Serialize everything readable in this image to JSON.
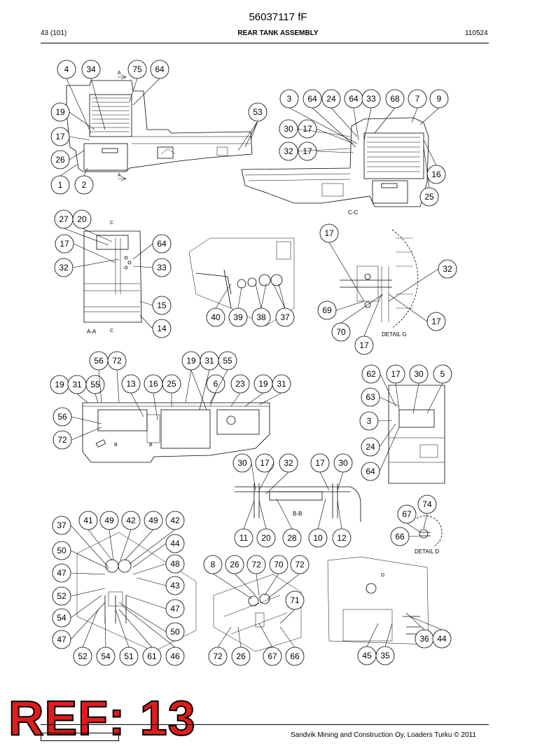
{
  "header": {
    "doc_number": "56037117 fF",
    "page": "43 (101)",
    "title": "REAR TANK ASSEMBLY",
    "date_code": "110524"
  },
  "view_labels": [
    "A-A",
    "C-C",
    "B-B",
    "DETAIL G",
    "DETAIL D",
    "A",
    "A",
    "C",
    "C",
    "B",
    "B",
    "D"
  ],
  "callouts": [
    "4",
    "34",
    "75",
    "64",
    "19",
    "17",
    "26",
    "1",
    "2",
    "53",
    "3",
    "64",
    "24",
    "64",
    "33",
    "68",
    "7",
    "9",
    "30",
    "17",
    "32",
    "17",
    "16",
    "25",
    "27",
    "20",
    "17",
    "32",
    "64",
    "33",
    "15",
    "14",
    "40",
    "39",
    "38",
    "37",
    "17",
    "32",
    "69",
    "70",
    "17",
    "17",
    "56",
    "72",
    "19",
    "31",
    "55",
    "19",
    "31",
    "55",
    "13",
    "16",
    "25",
    "6",
    "23",
    "19",
    "31",
    "56",
    "72",
    "62",
    "17",
    "30",
    "5",
    "63",
    "3",
    "24",
    "64",
    "30",
    "17",
    "32",
    "17",
    "30",
    "11",
    "20",
    "28",
    "10",
    "12",
    "74",
    "67",
    "66",
    "37",
    "41",
    "49",
    "42",
    "49",
    "42",
    "44",
    "50",
    "48",
    "47",
    "43",
    "52",
    "47",
    "54",
    "50",
    "47",
    "52",
    "54",
    "51",
    "61",
    "46",
    "8",
    "26",
    "72",
    "70",
    "72",
    "71",
    "72",
    "26",
    "67",
    "66",
    "36",
    "44",
    "45",
    "35"
  ],
  "ref_stamp": "REF: 13",
  "footer": {
    "copyright": "Sandvik Mining and Construction Oy, Loaders Turku © 2011"
  }
}
